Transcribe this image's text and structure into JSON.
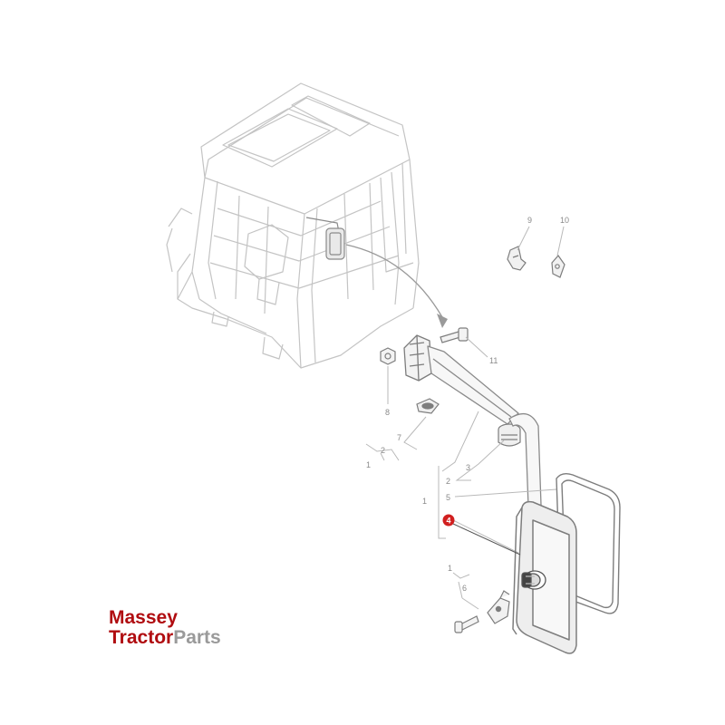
{
  "callouts": {
    "c9": "9",
    "c10": "10",
    "c11": "11",
    "c8": "8",
    "c7": "7",
    "c2a": "2",
    "c1a": "1",
    "c3": "3",
    "c2b": "2",
    "c5": "5",
    "c1b": "1",
    "c4": "4",
    "c1c": "1",
    "c6": "6"
  },
  "highlighted_part": "4",
  "logo": {
    "line1": "Massey",
    "line2a": "Tractor",
    "line2b": "Parts"
  },
  "colors": {
    "line": "#b9b9b9",
    "dark_line": "#7d7d7d",
    "highlight": "#d11f1f",
    "brand_red": "#b00c10",
    "brand_grey": "#9a9a9a"
  }
}
